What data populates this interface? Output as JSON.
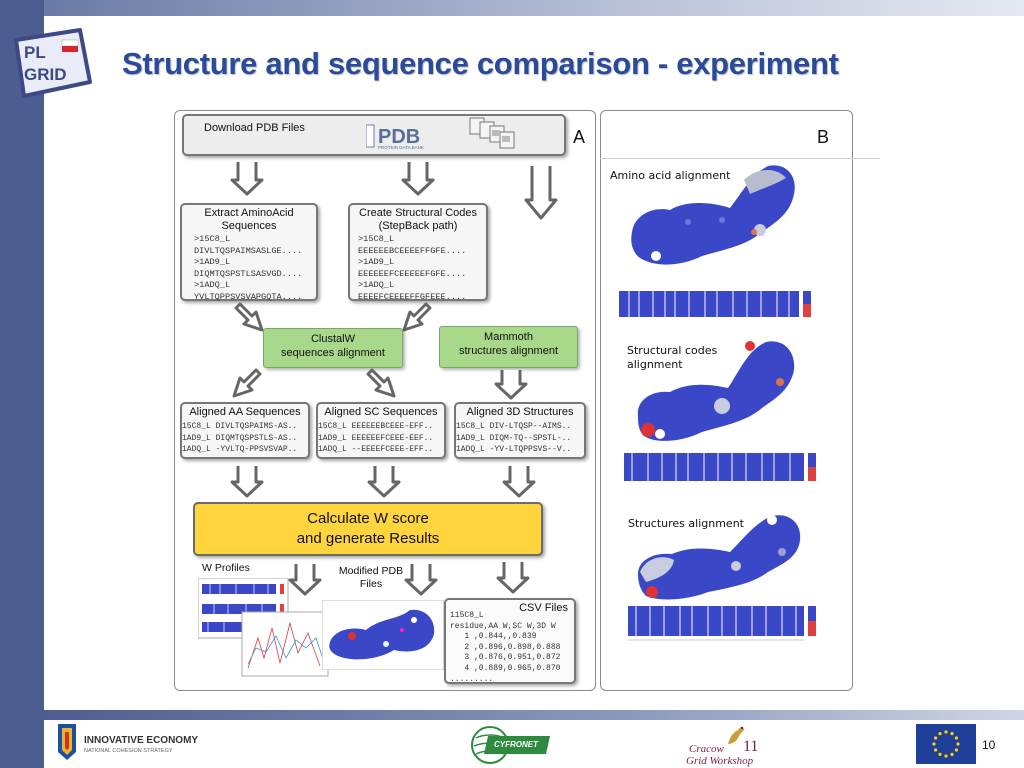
{
  "slide": {
    "title": "Structure and sequence comparison - experiment",
    "page_number": "10"
  },
  "logo": {
    "line1": "PL",
    "line2": "GRID"
  },
  "panel_a": {
    "letter": "A",
    "download": {
      "title": "Download PDB Files",
      "pdb_logo": "PDB",
      "pdb_sub": "PROTEIN DATA BANK"
    },
    "extract": {
      "title_line1": "Extract AminoAcid",
      "title_line2": "Sequences",
      "lines": [
        ">15C8_L",
        "DIVLTQSPAIMSASLGE....",
        ">1AD9_L",
        "DIQMTQSPSTLSASVGD....",
        ">1ADQ_L",
        "YVLTQPPSVSVAPGQTA...."
      ]
    },
    "structural_codes": {
      "title_line1": "Create Structural Codes",
      "title_line2": "(StepBack path)",
      "lines": [
        ">15C8_L",
        "EEEEEEBCEEEEFFGFE....",
        ">1AD9_L",
        "EEEEEEFCEEEEEFGFE....",
        ">1ADQ_L",
        "EEEEFCEEEEFFGFEEE...."
      ]
    },
    "clustalw": {
      "line1": "ClustalW",
      "line2": "sequences alignment"
    },
    "mammoth": {
      "line1": "Mammoth",
      "line2": "structures alignment"
    },
    "aligned_aa": {
      "title": "Aligned AA Sequences",
      "lines": [
        "15C8_L DIVLTQSPAIMS-AS..",
        "1AD9_L DIQMTQSPSTLS-AS..",
        "1ADQ_L -YVLTQ-PPSVSVAP.."
      ]
    },
    "aligned_sc": {
      "title": "Aligned SC Sequences",
      "lines": [
        "15C8_L EEEEEEBCEEE-EFF..",
        "1AD9_L EEEEEEFCEEE-EEF..",
        "1ADQ_L --EEEEFCEEE-EFF.."
      ]
    },
    "aligned_3d": {
      "title": "Aligned 3D Structures",
      "lines": [
        "15C8_L DIV-LTQSP--AIMS..",
        "1AD9_L DIQM-TQ--SPSTL-..",
        "1ADQ_L -YV-LTQPPSVS--V.."
      ]
    },
    "calculate": {
      "line1": "Calculate W score",
      "line2": "and generate Results"
    },
    "w_profiles": "W Profiles",
    "modified_pdb": {
      "line1": "Modified PDB",
      "line2": "Files"
    },
    "csv": {
      "title": "CSV Files",
      "lines": [
        "115C8_L",
        "residue,AA W,SC W,3D W",
        "   1 ,0.844,,0.839",
        "   2 ,0.896,0.898,0.888",
        "   3 ,0.876,0.951,0.872",
        "   4 ,0.889,0.965,0.870",
        "........."
      ]
    }
  },
  "panel_b": {
    "letter": "B",
    "amino_label": "Amino acid alignment",
    "structural_label_line1": "Structural codes",
    "structural_label_line2": "alignment",
    "structures_label": "Structures alignment"
  },
  "footer": {
    "innovative_economy": "INNOVATIVE ECONOMY",
    "ie_sub": "NATIONAL COHESION STRATEGY",
    "cyfronet": "CYFRONET",
    "cgw_line1": "Cracow",
    "cgw_number": "11",
    "cgw_line2": "Grid Workshop"
  },
  "colors": {
    "title_blue": "#2a4a9a",
    "frame_blue": "#4d5d8f",
    "green_box": "#a8d88a",
    "yellow_box": "#ffd43c",
    "protein_blue": "#3a48c8"
  }
}
